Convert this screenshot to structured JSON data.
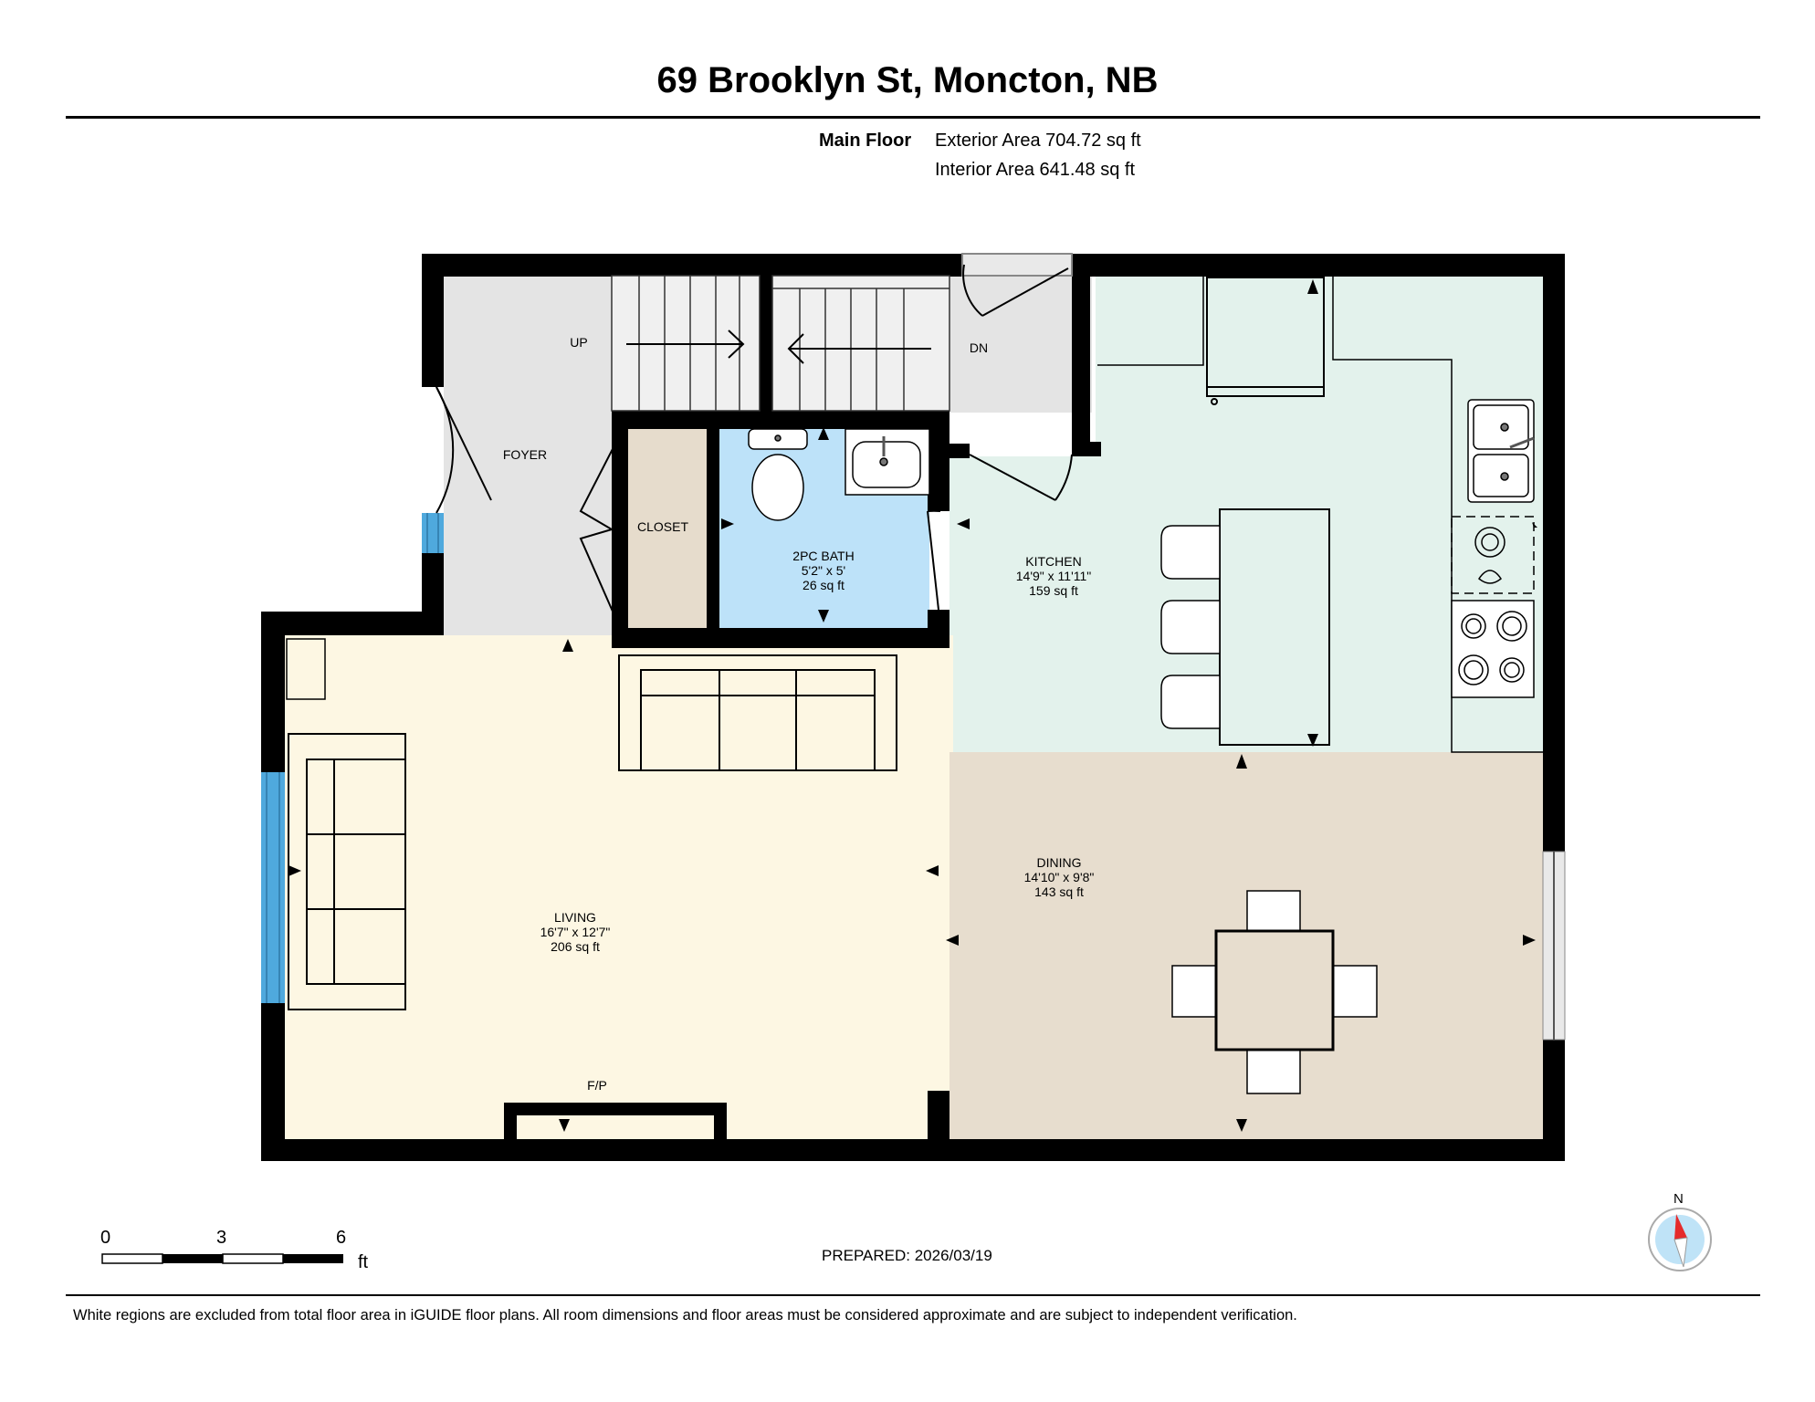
{
  "header": {
    "title": "69 Brooklyn St, Moncton, NB",
    "floor_label": "Main Floor",
    "exterior_area": "Exterior Area 704.72 sq ft",
    "interior_area": "Interior Area 641.48 sq ft"
  },
  "rooms": {
    "foyer": {
      "name": "FOYER"
    },
    "closet": {
      "name": "CLOSET"
    },
    "bath": {
      "name": "2PC BATH",
      "dims": "5'2\" x 5'",
      "area": "26 sq ft"
    },
    "kitchen": {
      "name": "KITCHEN",
      "dims": "14'9\" x 11'11\"",
      "area": "159 sq ft"
    },
    "living": {
      "name": "LIVING",
      "dims": "16'7\" x 12'7\"",
      "area": "206 sq ft"
    },
    "dining": {
      "name": "DINING",
      "dims": "14'10\" x 9'8\"",
      "area": "143 sq ft"
    }
  },
  "stairs": {
    "up": "UP",
    "down": "DN"
  },
  "fireplace": "F/P",
  "scale": {
    "ticks": [
      "0",
      "3",
      "6"
    ],
    "unit": "ft"
  },
  "compass": {
    "north": "N"
  },
  "prepared": "PREPARED: 2026/03/19",
  "disclaimer": "White regions are excluded from total floor area in iGUIDE floor plans. All room dimensions and floor areas must be considered approximate and are subject to independent verification.",
  "colors": {
    "wall": "#000000",
    "foyer": "#e4e4e4",
    "closet": "#e6dccc",
    "bath": "#bde2f9",
    "kitchen": "#e3f2ec",
    "living": "#fdf7e3",
    "dining": "#e7ddce",
    "window": "#4fa9dd",
    "compass_red": "#e52b2b"
  }
}
